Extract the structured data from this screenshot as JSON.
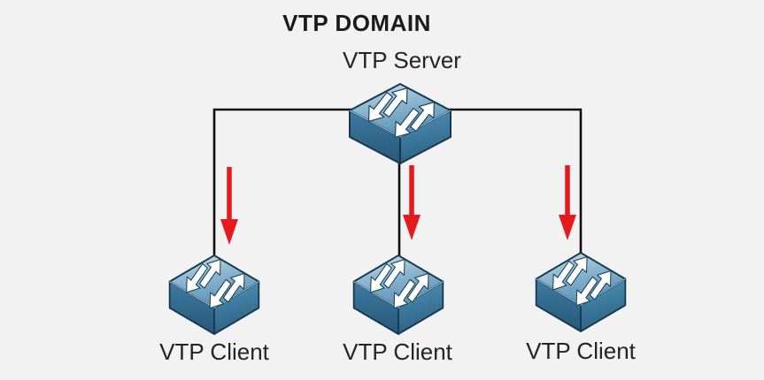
{
  "title": "VTP DOMAIN",
  "nodes": {
    "server": {
      "label": "VTP Server",
      "type": "switch"
    },
    "clients": [
      {
        "label": "VTP Client",
        "type": "switch"
      },
      {
        "label": "VTP Client",
        "type": "switch"
      },
      {
        "label": "VTP Client",
        "type": "switch"
      }
    ]
  },
  "icons": {
    "switch": "cisco-switch-icon",
    "propagation": "red-down-arrow-icon"
  },
  "colors": {
    "background": "#f2f2f2",
    "connector": "#101010",
    "arrow_red": "#e6191c",
    "text": "#242424",
    "title_text": "#1b1b1b",
    "switch_outline": "#16384f",
    "switch_top_light": "#cfe3ee",
    "switch_top_mid": "#8fb8d0",
    "switch_top_dark": "#5d93b6",
    "switch_left_light": "#3e7ba3",
    "switch_left_dark": "#275878",
    "switch_right_light": "#4f92b8",
    "switch_right_dark": "#2d6384",
    "arrow_glyph_outline": "#1d4560"
  }
}
